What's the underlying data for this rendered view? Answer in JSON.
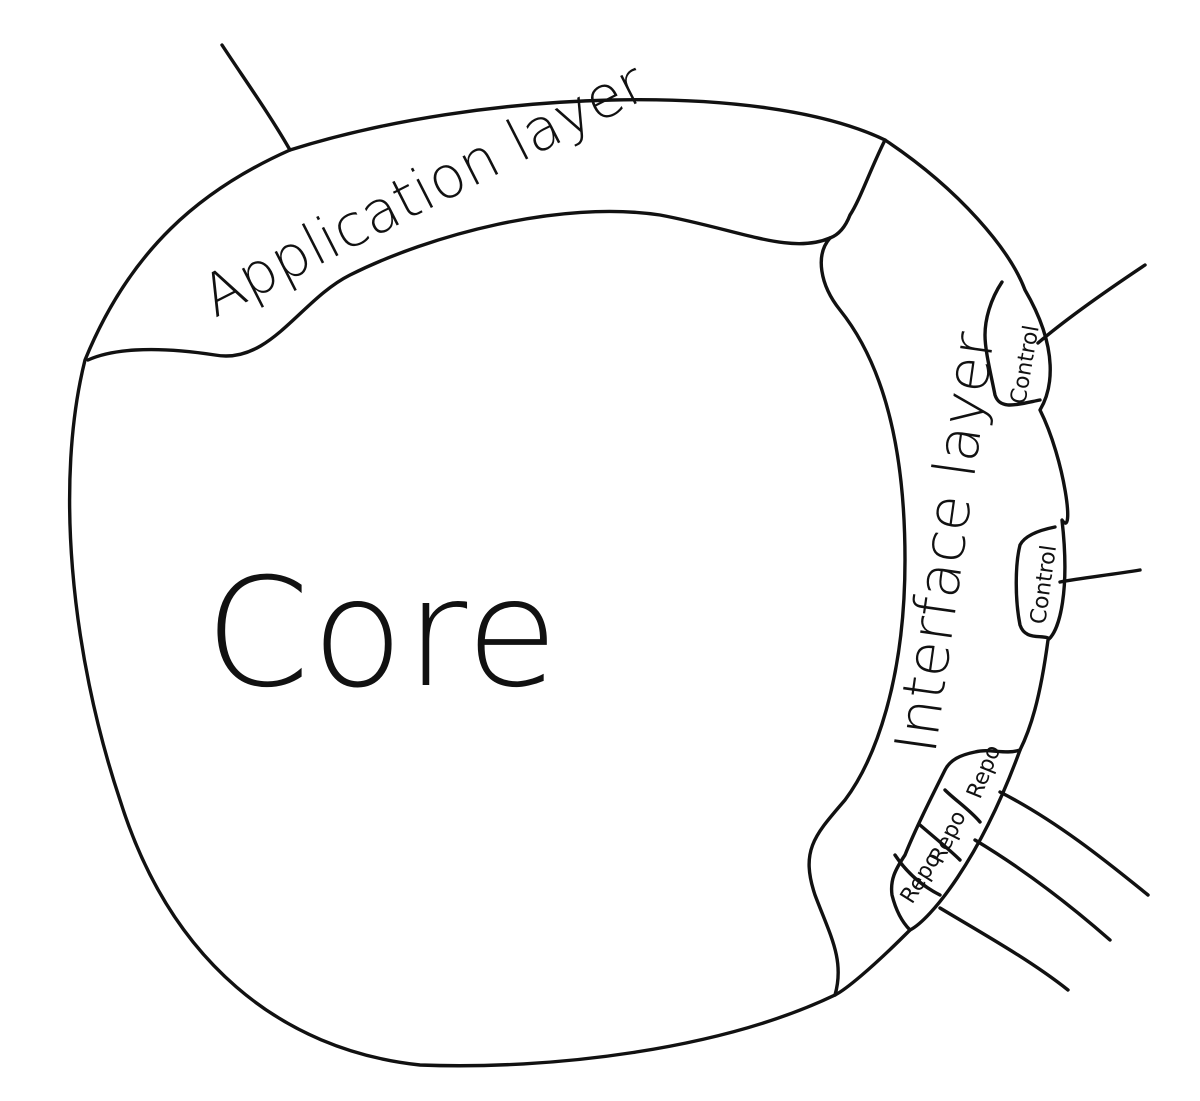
{
  "diagram": {
    "core_label": "Core",
    "application_layer_label": "Application layer",
    "interface_layer_label": "Interface layer",
    "controllers": [
      "Control",
      "Control"
    ],
    "repositories": [
      "Repo",
      "Repo",
      "Repo"
    ]
  }
}
